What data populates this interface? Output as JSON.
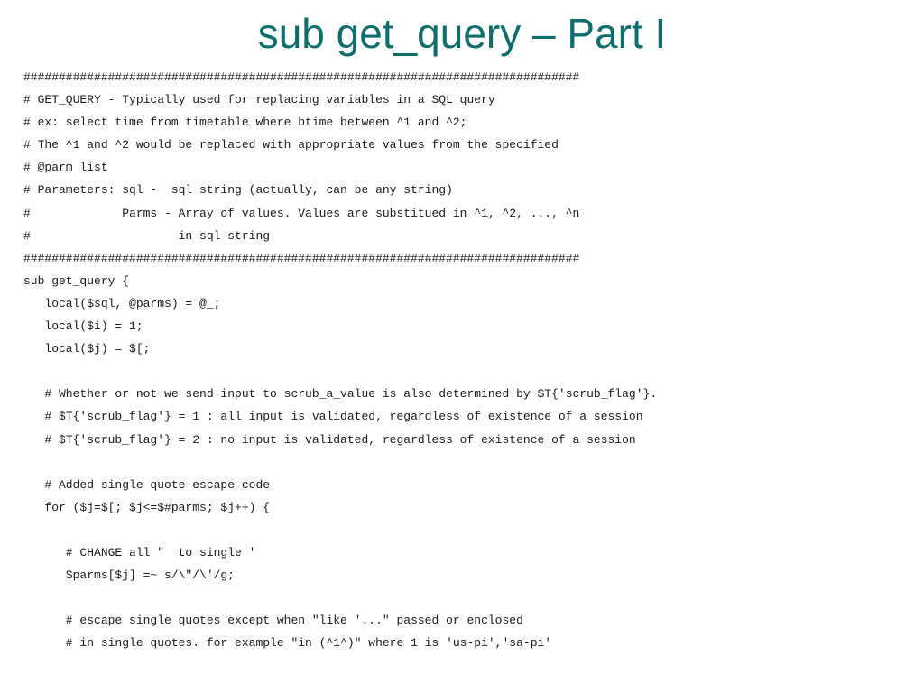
{
  "slide": {
    "title": "sub get_query – Part I",
    "colors": {
      "title": "#0f6e6b",
      "code_text": "#1a1a1a",
      "background": "#ffffff"
    },
    "code_lines": [
      "###############################################################################",
      "# GET_QUERY - Typically used for replacing variables in a SQL query",
      "# ex: select time from timetable where btime between ^1 and ^2;",
      "# The ^1 and ^2 would be replaced with appropriate values from the specified",
      "# @parm list",
      "# Parameters: sql -  sql string (actually, can be any string)",
      "#             Parms - Array of values. Values are substitued in ^1, ^2, ..., ^n",
      "#                     in sql string",
      "###############################################################################",
      "sub get_query {",
      "   local($sql, @parms) = @_;",
      "   local($i) = 1;",
      "   local($j) = $[;",
      "",
      "   # Whether or not we send input to scrub_a_value is also determined by $T{'scrub_flag'}.",
      "   # $T{'scrub_flag'} = 1 : all input is validated, regardless of existence of a session",
      "   # $T{'scrub_flag'} = 2 : no input is validated, regardless of existence of a session",
      "",
      "   # Added single quote escape code",
      "   for ($j=$[; $j<=$#parms; $j++) {",
      "",
      "      # CHANGE all \"  to single '",
      "      $parms[$j] =~ s/\\\"/\\'/g;",
      "",
      "      # escape single quotes except when \"like '...\" passed or enclosed",
      "      # in single quotes. for example \"in (^1^)\" where 1 is 'us-pi','sa-pi'"
    ]
  }
}
